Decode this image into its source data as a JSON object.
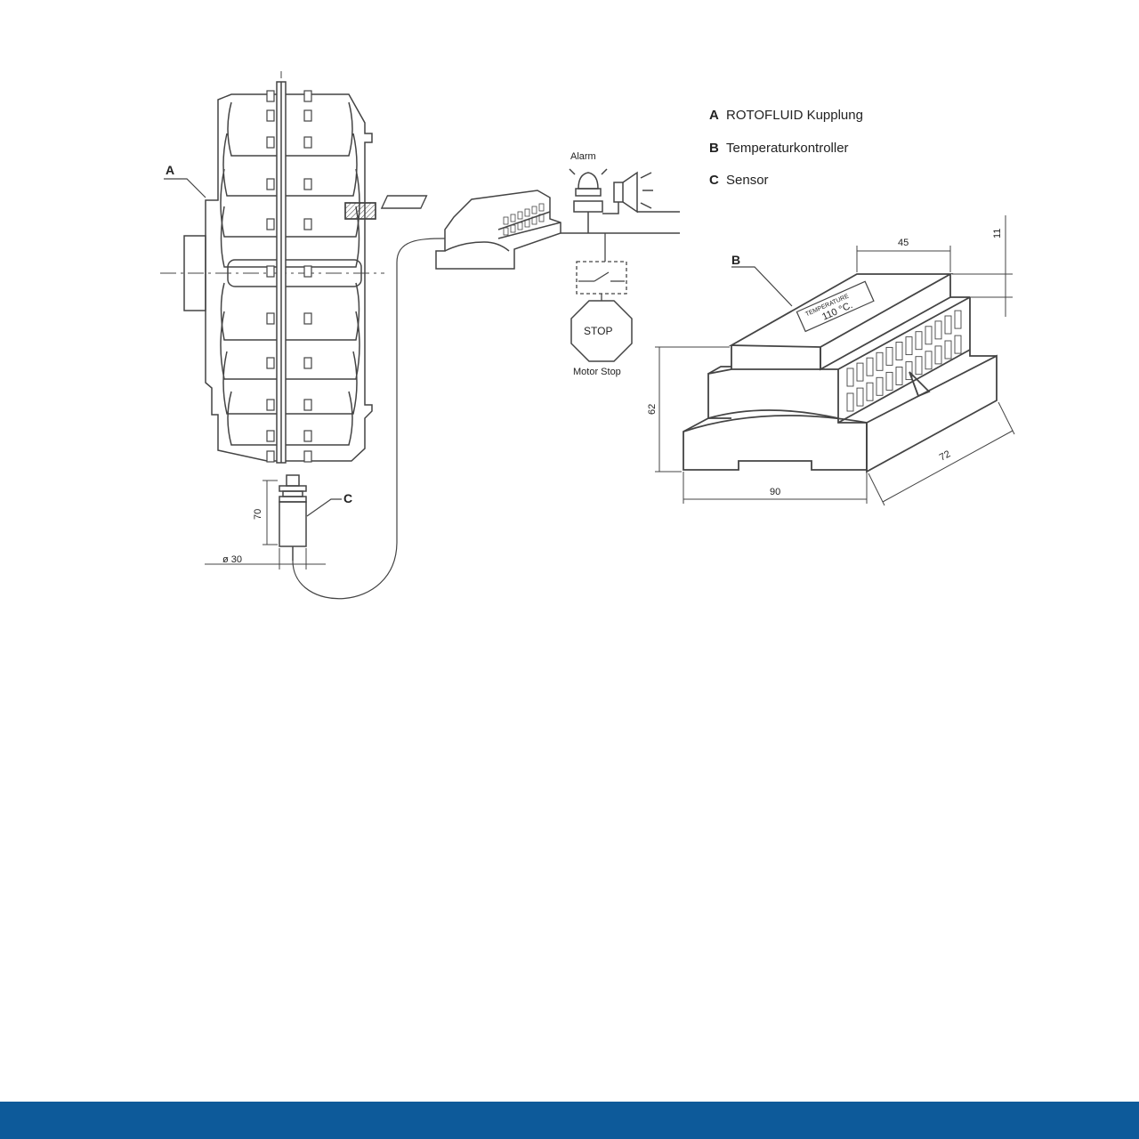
{
  "legend": [
    {
      "key": "A",
      "label": "ROTOFLUID Kupplung"
    },
    {
      "key": "B",
      "label": "Temperaturkontroller"
    },
    {
      "key": "C",
      "label": "Sensor"
    }
  ],
  "callouts": {
    "a": "A",
    "b": "B",
    "c": "C"
  },
  "signals": {
    "alarm": "Alarm",
    "stop": "STOP",
    "motor_stop": "Motor Stop"
  },
  "sensor_dims": {
    "height": "70",
    "diameter": "ø 30"
  },
  "controller_dims": {
    "top_width": "45",
    "top_step": "11",
    "height": "62",
    "width": "90",
    "depth": "72"
  },
  "controller_label": {
    "line1": "TEMPERATURE",
    "line2": "110 °C."
  },
  "colors": {
    "line": "#444444",
    "bar": "#0d5a9a",
    "text": "#222222"
  }
}
